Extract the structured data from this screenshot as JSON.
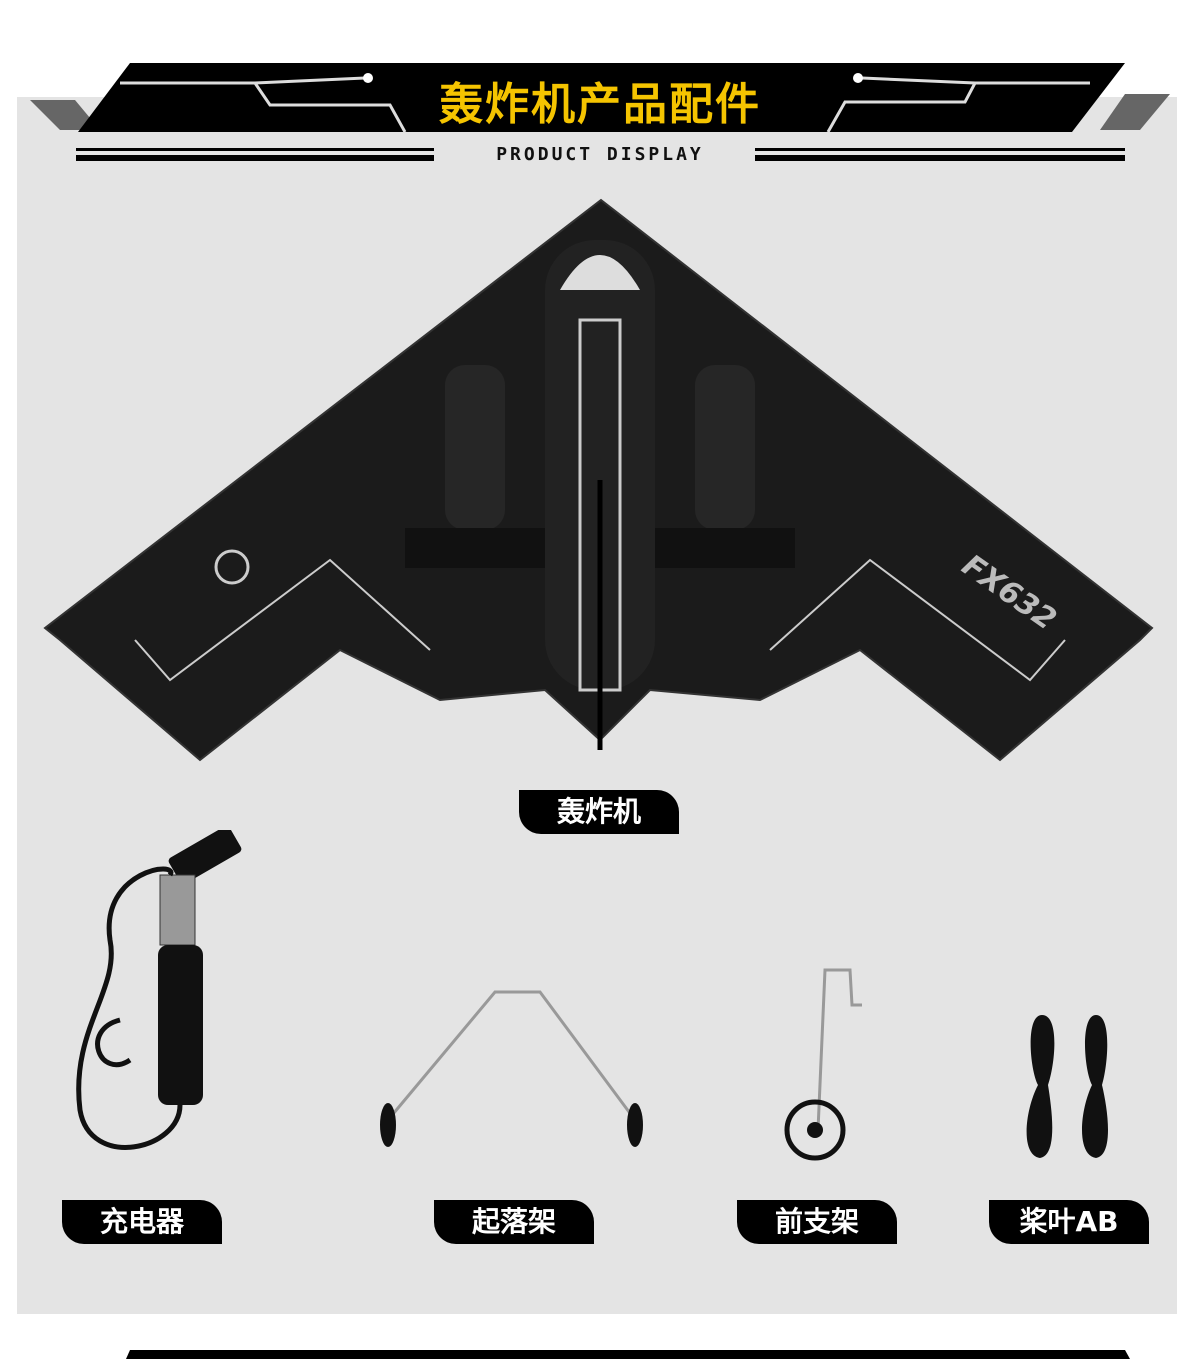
{
  "header": {
    "title": "轰炸机产品配件",
    "subtitle": "PRODUCT DISPLAY",
    "title_color": "#f5c400"
  },
  "main_product": {
    "label": "轰炸机",
    "marking": "FX632"
  },
  "accessories": [
    {
      "label": "充电器"
    },
    {
      "label": "起落架"
    },
    {
      "label": "前支架"
    },
    {
      "label": "桨叶AB"
    }
  ]
}
